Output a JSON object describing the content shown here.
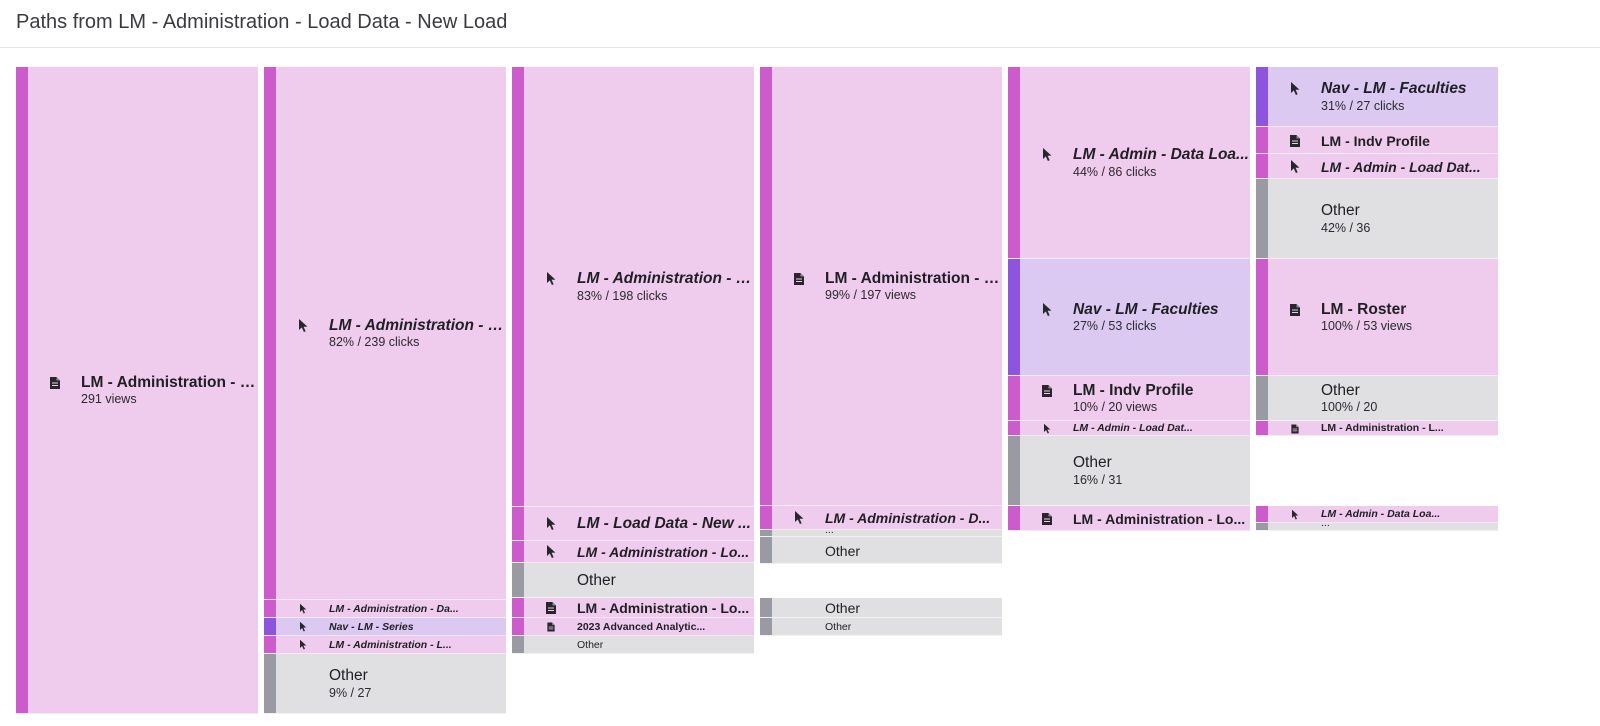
{
  "page": {
    "title": "Paths from LM - Administration - Load Data - New Load"
  },
  "colors": {
    "page_fill": "#efcbee",
    "page_bar": "#cc5ccc",
    "nav_fill": "#dcc9f2",
    "nav_bar": "#8d55dd",
    "other_fill": "#e0e0e2",
    "other_bar": "#9a9aa2"
  },
  "columns": [
    {
      "nodes": [
        {
          "kind": "page",
          "icon": "document-icon",
          "label": "LM - Administration - L...",
          "stat": "291 views"
        }
      ]
    },
    {
      "nodes": [
        {
          "kind": "page-click",
          "icon": "cursor-icon",
          "label": "LM - Administration - L...",
          "stat": "82% / 239 clicks"
        },
        {
          "kind": "page-click",
          "icon": "cursor-icon",
          "label": "LM - Administration - Da...",
          "stat": ""
        },
        {
          "kind": "nav-click",
          "icon": "cursor-icon",
          "label": "Nav - LM - Series",
          "stat": ""
        },
        {
          "kind": "page-click",
          "icon": "cursor-icon",
          "label": "LM - Administration - L...",
          "stat": ""
        },
        {
          "kind": "other",
          "icon": "",
          "label": "Other",
          "stat": "9% / 27"
        }
      ]
    },
    {
      "nodes": [
        {
          "kind": "page-click",
          "icon": "cursor-icon",
          "label": "LM - Administration - D...",
          "stat": "83% / 198 clicks"
        },
        {
          "kind": "page-click",
          "icon": "cursor-icon",
          "label": "LM - Load Data - New ...",
          "stat": ""
        },
        {
          "kind": "page-click",
          "icon": "cursor-icon",
          "label": "LM - Administration - Lo...",
          "stat": ""
        },
        {
          "kind": "other",
          "icon": "",
          "label": "Other",
          "stat": ""
        },
        {
          "kind": "page",
          "icon": "document-icon",
          "label": "LM - Administration - Lo...",
          "stat": ""
        },
        {
          "kind": "page",
          "icon": "document-icon",
          "label": "2023 Advanced Analytic...",
          "stat": ""
        },
        {
          "kind": "other",
          "icon": "",
          "label": "Other",
          "stat": ""
        }
      ]
    },
    {
      "nodes": [
        {
          "kind": "page",
          "icon": "document-icon",
          "label": "LM - Administration - Lo...",
          "stat": "99% / 197 views"
        },
        {
          "kind": "page-click",
          "icon": "cursor-icon",
          "label": "LM - Administration - D...",
          "stat": ""
        },
        {
          "kind": "other",
          "icon": "",
          "label": "...",
          "stat": ""
        },
        {
          "kind": "other",
          "icon": "",
          "label": "Other",
          "stat": ""
        },
        {
          "kind": "other",
          "icon": "",
          "label": "Other",
          "stat": ""
        },
        {
          "kind": "other",
          "icon": "",
          "label": "Other",
          "stat": ""
        }
      ]
    },
    {
      "nodes": [
        {
          "kind": "page-click",
          "icon": "cursor-icon",
          "label": "LM - Admin - Data Loa...",
          "stat": "44% / 86 clicks"
        },
        {
          "kind": "nav-click",
          "icon": "cursor-icon",
          "label": "Nav - LM - Faculties",
          "stat": "27% / 53 clicks"
        },
        {
          "kind": "page",
          "icon": "document-icon",
          "label": "LM - Indv Profile",
          "stat": "10% / 20 views"
        },
        {
          "kind": "page-click",
          "icon": "cursor-icon",
          "label": "LM - Admin - Load Dat...",
          "stat": ""
        },
        {
          "kind": "other",
          "icon": "",
          "label": "Other",
          "stat": "16% / 31"
        },
        {
          "kind": "page",
          "icon": "document-icon",
          "label": "LM - Administration - Lo...",
          "stat": ""
        }
      ]
    },
    {
      "nodes": [
        {
          "kind": "nav-click",
          "icon": "cursor-icon",
          "label": "Nav - LM - Faculties",
          "stat": "31% / 27 clicks"
        },
        {
          "kind": "page",
          "icon": "document-icon",
          "label": "LM - Indv Profile",
          "stat": ""
        },
        {
          "kind": "page-click",
          "icon": "cursor-icon",
          "label": "LM - Admin - Load Dat...",
          "stat": ""
        },
        {
          "kind": "other",
          "icon": "",
          "label": "Other",
          "stat": "42% / 36"
        },
        {
          "kind": "page",
          "icon": "document-icon",
          "label": "LM - Roster",
          "stat": "100% / 53 views"
        },
        {
          "kind": "other",
          "icon": "",
          "label": "Other",
          "stat": "100% / 20"
        },
        {
          "kind": "page",
          "icon": "document-icon",
          "label": "LM - Administration - L...",
          "stat": ""
        },
        {
          "kind": "page-click",
          "icon": "cursor-icon",
          "label": "LM - Admin - Data Loa...",
          "stat": ""
        },
        {
          "kind": "other",
          "icon": "",
          "label": "...",
          "stat": ""
        }
      ]
    }
  ]
}
